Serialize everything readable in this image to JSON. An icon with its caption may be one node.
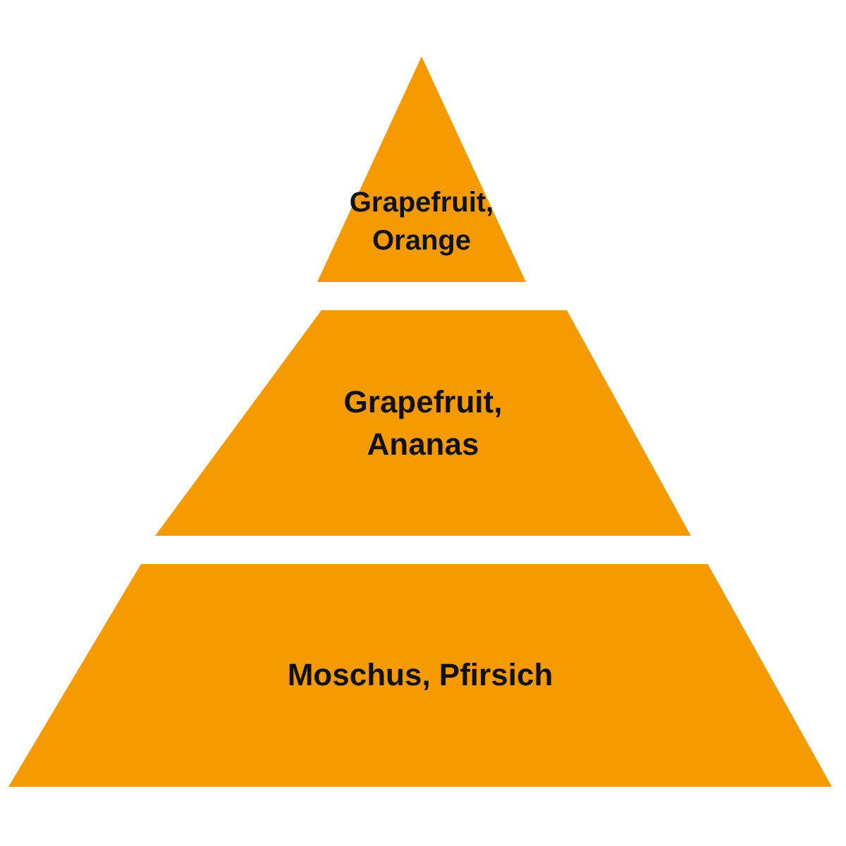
{
  "diagram": {
    "nodes": [
      {
        "text": [
          "Grapefruit, Orange"
        ]
      },
      {
        "text": [
          "Grapefruit, Ananas"
        ]
      },
      {
        "text": [
          "Moschus, Pfirsich"
        ]
      }
    ]
  }
}
